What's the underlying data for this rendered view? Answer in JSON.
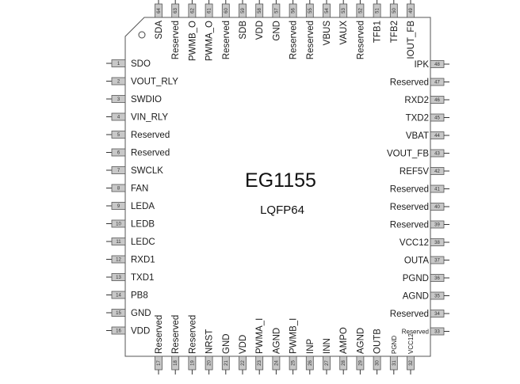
{
  "chip": {
    "part_number": "EG1155",
    "package": "LQFP64",
    "colors": {
      "body_border": "#555555",
      "pin_fill": "#c8c8c8",
      "pin_stroke": "#555555",
      "lead": "#333333"
    }
  },
  "pins": {
    "left": [
      {
        "num": "1",
        "name": "SDO"
      },
      {
        "num": "2",
        "name": "VOUT_RLY"
      },
      {
        "num": "3",
        "name": "SWDIO"
      },
      {
        "num": "4",
        "name": "VIN_RLY"
      },
      {
        "num": "5",
        "name": "Reserved"
      },
      {
        "num": "6",
        "name": "Reserved"
      },
      {
        "num": "7",
        "name": "SWCLK"
      },
      {
        "num": "8",
        "name": "FAN"
      },
      {
        "num": "9",
        "name": "LEDA"
      },
      {
        "num": "10",
        "name": "LEDB"
      },
      {
        "num": "11",
        "name": "LEDC"
      },
      {
        "num": "12",
        "name": "RXD1"
      },
      {
        "num": "13",
        "name": "TXD1"
      },
      {
        "num": "14",
        "name": "PB8"
      },
      {
        "num": "15",
        "name": "GND"
      },
      {
        "num": "16",
        "name": "VDD"
      }
    ],
    "bottom": [
      {
        "num": "17",
        "name": "Reserved"
      },
      {
        "num": "18",
        "name": "Reserved"
      },
      {
        "num": "19",
        "name": "Reserved"
      },
      {
        "num": "20",
        "name": "NRST"
      },
      {
        "num": "21",
        "name": "GND"
      },
      {
        "num": "22",
        "name": "VDD"
      },
      {
        "num": "23",
        "name": "PWMA_I"
      },
      {
        "num": "24",
        "name": "AGND"
      },
      {
        "num": "25",
        "name": "PWMB_I"
      },
      {
        "num": "26",
        "name": "INP"
      },
      {
        "num": "27",
        "name": "INN"
      },
      {
        "num": "28",
        "name": "AMPO"
      },
      {
        "num": "29",
        "name": "AGND"
      },
      {
        "num": "30",
        "name": "OUTB"
      },
      {
        "num": "31",
        "name": "PGND"
      },
      {
        "num": "32",
        "name": "VCC12"
      }
    ],
    "right": [
      {
        "num": "48",
        "name": "IPK"
      },
      {
        "num": "47",
        "name": "Reserved"
      },
      {
        "num": "46",
        "name": "RXD2"
      },
      {
        "num": "45",
        "name": "TXD2"
      },
      {
        "num": "44",
        "name": "VBAT"
      },
      {
        "num": "43",
        "name": "VOUT_FB"
      },
      {
        "num": "42",
        "name": "REF5V"
      },
      {
        "num": "41",
        "name": "Reserved"
      },
      {
        "num": "40",
        "name": "Reserved"
      },
      {
        "num": "39",
        "name": "Reserved"
      },
      {
        "num": "38",
        "name": "VCC12"
      },
      {
        "num": "37",
        "name": "OUTA"
      },
      {
        "num": "36",
        "name": "PGND"
      },
      {
        "num": "35",
        "name": "AGND"
      },
      {
        "num": "34",
        "name": "Reserved"
      },
      {
        "num": "33",
        "name": "Reserved"
      }
    ],
    "top": [
      {
        "num": "64",
        "name": "SDA"
      },
      {
        "num": "63",
        "name": "Reserved"
      },
      {
        "num": "62",
        "name": "PWMB_O"
      },
      {
        "num": "61",
        "name": "PWMA_O"
      },
      {
        "num": "60",
        "name": "Reserved"
      },
      {
        "num": "59",
        "name": "SDB"
      },
      {
        "num": "58",
        "name": "VDD"
      },
      {
        "num": "57",
        "name": "GND"
      },
      {
        "num": "56",
        "name": "Reserved"
      },
      {
        "num": "55",
        "name": "Reserved"
      },
      {
        "num": "54",
        "name": "VBUS"
      },
      {
        "num": "53",
        "name": "VAUX"
      },
      {
        "num": "52",
        "name": "Reserved"
      },
      {
        "num": "51",
        "name": "TFB1"
      },
      {
        "num": "50",
        "name": "TFB2"
      },
      {
        "num": "49",
        "name": "IOUT_FB"
      }
    ]
  }
}
